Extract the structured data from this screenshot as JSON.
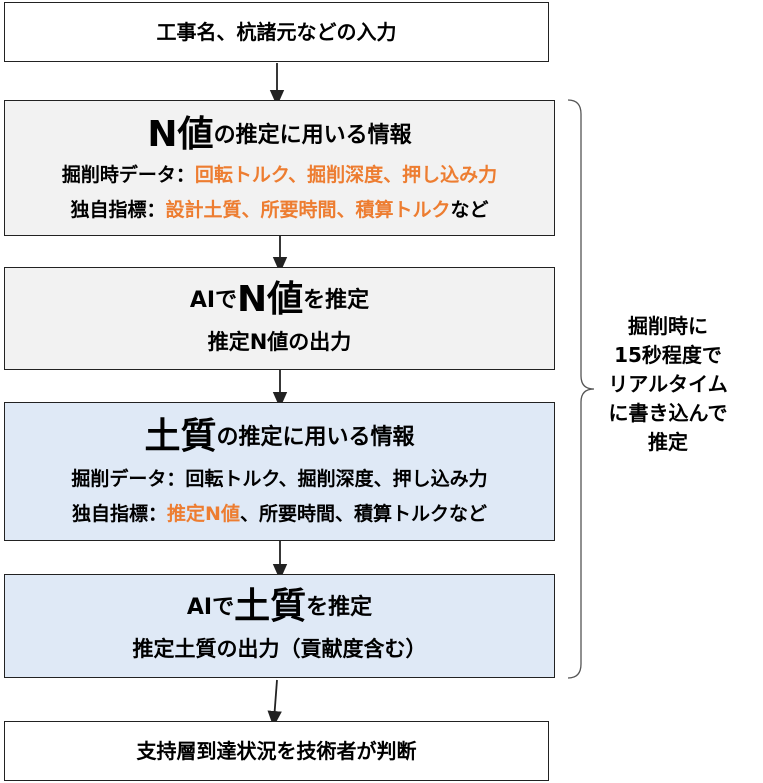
{
  "step1": {
    "text": "工事名、杭諸元などの入力"
  },
  "step2": {
    "big": "N値",
    "title_rest": "の推定に用いる情報",
    "row1_label": "掘削時データ：",
    "row1_value": "回転トルク、掘削深度、押し込み力",
    "row2_label": "独自指標：",
    "row2_value": "設計土質、所要時間、積算トルク",
    "row2_suffix": "など"
  },
  "step3": {
    "prefix": "AIで",
    "big": "N値",
    "suffix": "を推定",
    "line2": "推定N値の出力"
  },
  "step4": {
    "big": "土質",
    "title_rest": "の推定に用いる情報",
    "row1": "掘削データ：回転トルク、掘削深度、押し込み力",
    "row2_label": "独自指標：",
    "row2_highlight": "推定N値",
    "row2_rest": "、所要時間、積算トルクなど"
  },
  "step5": {
    "prefix": "AIで",
    "big": "土質",
    "suffix": "を推定",
    "line2": "推定土質の出力（貢献度含む）"
  },
  "step6": {
    "text": "支持層到達状況を技術者が判断"
  },
  "side_note": {
    "lines": [
      "掘削時に",
      "15秒程度で",
      "リアルタイム",
      "に書き込んで",
      "推定"
    ]
  },
  "colors": {
    "accent_orange": "#ed7d31",
    "gray_fill": "#f2f2f2",
    "blue_fill": "#dfe9f6",
    "border": "#222222"
  }
}
